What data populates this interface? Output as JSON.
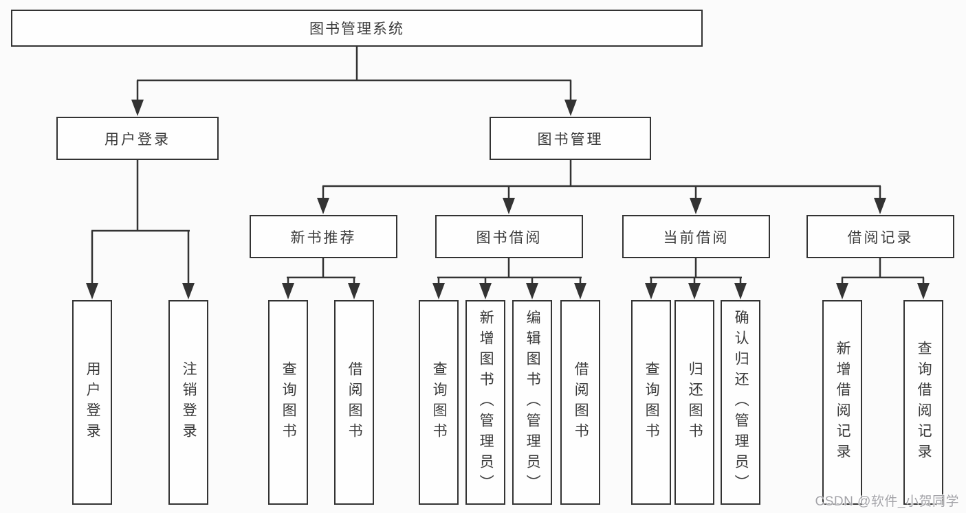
{
  "diagram": {
    "title": "图书管理系统",
    "colors": {
      "line": "#333333",
      "box_border": "#333333",
      "box_fill": "#fefefe",
      "text": "#3a3a3a",
      "background": "#fbfbfb",
      "watermark": "#a3a3a8"
    },
    "root": {
      "label": "图书管理系统"
    },
    "level2": [
      {
        "label": "用户登录"
      },
      {
        "label": "图书管理"
      }
    ],
    "level3": [
      {
        "label": "新书推荐"
      },
      {
        "label": "图书借阅"
      },
      {
        "label": "当前借阅"
      },
      {
        "label": "借阅记录"
      }
    ],
    "leaves": [
      {
        "label": "用户登录"
      },
      {
        "label": "注销登录"
      },
      {
        "label": "查询图书"
      },
      {
        "label": "借阅图书"
      },
      {
        "label": "查询图书"
      },
      {
        "label": "新增图书（管理员）"
      },
      {
        "label": "编辑图书（管理员）"
      },
      {
        "label": "借阅图书"
      },
      {
        "label": "查询图书"
      },
      {
        "label": "归还图书"
      },
      {
        "label": "确认归还（管理员）"
      },
      {
        "label": "新增借阅记录"
      },
      {
        "label": "查询借阅记录"
      }
    ],
    "hierarchy": {
      "图书管理系统": [
        "用户登录",
        "图书管理"
      ],
      "用户登录": [
        "用户登录",
        "注销登录"
      ],
      "图书管理": [
        "新书推荐",
        "图书借阅",
        "当前借阅",
        "借阅记录"
      ],
      "新书推荐": [
        "查询图书",
        "借阅图书"
      ],
      "图书借阅": [
        "查询图书",
        "新增图书（管理员）",
        "编辑图书（管理员）",
        "借阅图书"
      ],
      "当前借阅": [
        "查询图书",
        "归还图书",
        "确认归还（管理员）"
      ],
      "借阅记录": [
        "新增借阅记录",
        "查询借阅记录"
      ]
    },
    "watermark": {
      "text": "CSDN @软件_小贺同学"
    }
  }
}
